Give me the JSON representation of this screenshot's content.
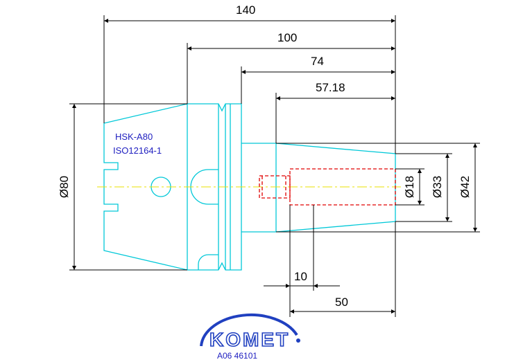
{
  "drawing": {
    "dimensions": {
      "length_total": "140",
      "length_100": "100",
      "length_74": "74",
      "length_57": "57.18",
      "length_10": "10",
      "length_50": "50",
      "dia_80": "Ø80",
      "dia_18": "Ø18",
      "dia_33": "Ø33",
      "dia_42": "Ø42"
    },
    "part_label_1": "HSK-A80",
    "part_label_2": "ISO12164-1",
    "logo_text": "KOMET",
    "article_number": "A06 46101",
    "colors": {
      "part_outline": "#00c8d8",
      "centerline": "#e8e000",
      "bore": "#e00000",
      "logo_blue": "#2040c0",
      "label_blue": "#2020c0"
    }
  }
}
